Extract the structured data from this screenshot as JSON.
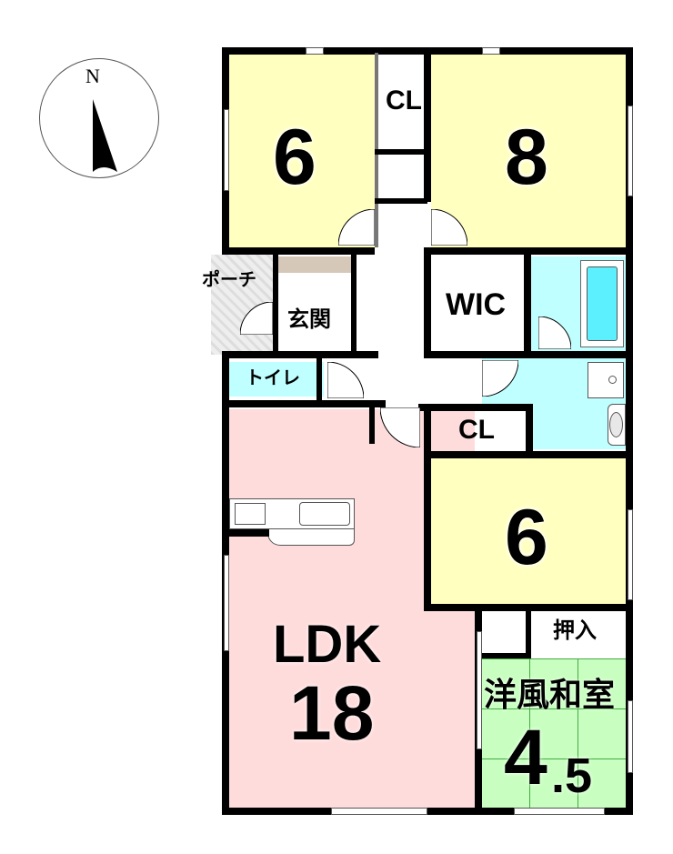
{
  "compass": {
    "label": "N",
    "icon": "north-arrow-icon"
  },
  "rooms": {
    "bedroom_nw": {
      "label": "6",
      "type": "western-room",
      "color": "#ffffc0"
    },
    "closet_top": {
      "label": "CL"
    },
    "bedroom_ne": {
      "label": "8",
      "type": "western-room",
      "color": "#ffffc0"
    },
    "porch": {
      "label": "ポーチ"
    },
    "entrance": {
      "label": "玄関"
    },
    "wic": {
      "label": "WIC"
    },
    "toilet": {
      "label": "トイレ",
      "color": "#c0ffff"
    },
    "closet_mid": {
      "label": "CL"
    },
    "ldk": {
      "label": "LDK",
      "size": "18",
      "color": "#ffdcdc"
    },
    "bedroom_se": {
      "label": "6",
      "color": "#ffffc0"
    },
    "oshiire": {
      "label": "押入"
    },
    "japanese_room": {
      "label": "洋風和室",
      "size": "4",
      "size_decimal": ".5",
      "color": "#c8ffc0"
    },
    "bath": {
      "color": "#c0ffff"
    },
    "washroom": {
      "color": "#c0ffff"
    }
  }
}
